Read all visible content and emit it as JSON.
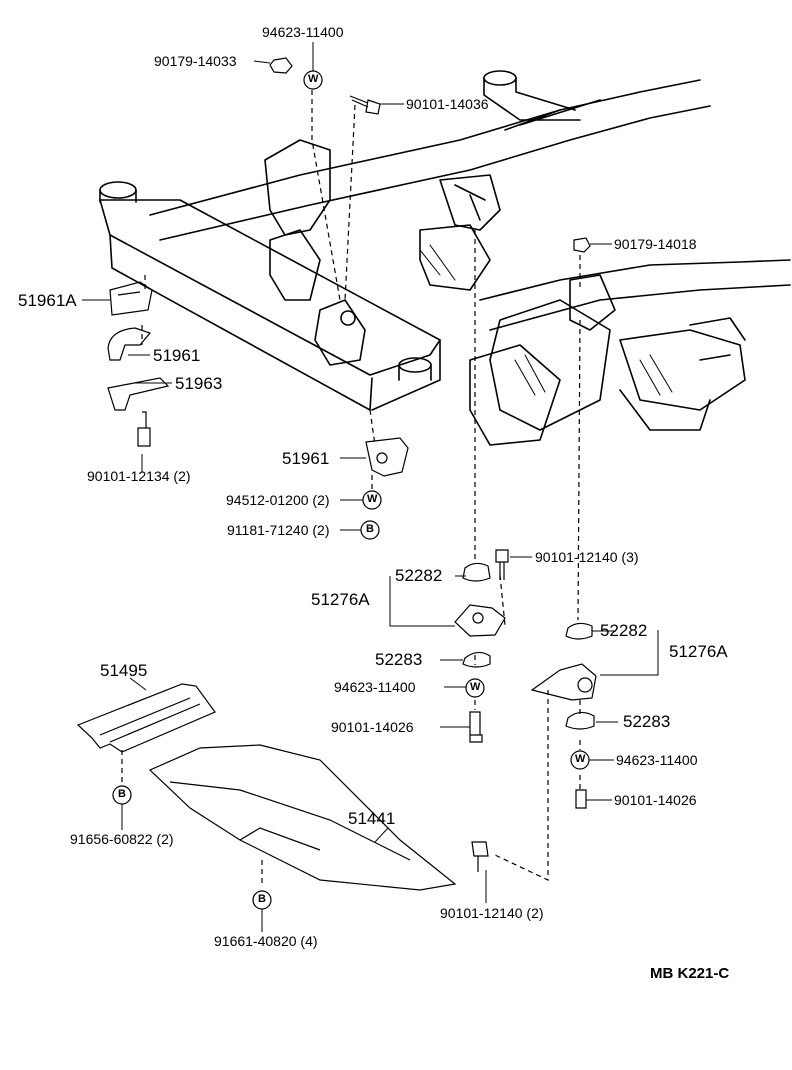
{
  "labels": {
    "p94623_top": "94623-11400",
    "p90179_14033": "90179-14033",
    "p90101_14036": "90101-14036",
    "p90179_14018": "90179-14018",
    "p51961A": "51961A",
    "p51961_upper": "51961",
    "p51963": "51963",
    "p90101_12134": "90101-12134 (2)",
    "p51961_lower": "51961",
    "p94512": "94512-01200 (2)",
    "p91181": "91181-71240 (2)",
    "p90101_12140_3": "90101-12140 (3)",
    "p52282_left": "52282",
    "p51276A_left": "51276A",
    "p52283_left": "52283",
    "p94623_mid": "94623-11400",
    "p90101_14026_left": "90101-14026",
    "p52282_right": "52282",
    "p51276A_right": "51276A",
    "p52283_right": "52283",
    "p94623_right": "94623-11400",
    "p90101_14026_right": "90101-14026",
    "p51495": "51495",
    "p51441": "51441",
    "p91656": "91656-60822 (2)",
    "p91661": "91661-40820 (4)",
    "p90101_12140_2": "90101-12140 (2)",
    "diagram_code": "MB  K221-C"
  },
  "symbols": {
    "washer": "W",
    "bolt_b": "B"
  }
}
